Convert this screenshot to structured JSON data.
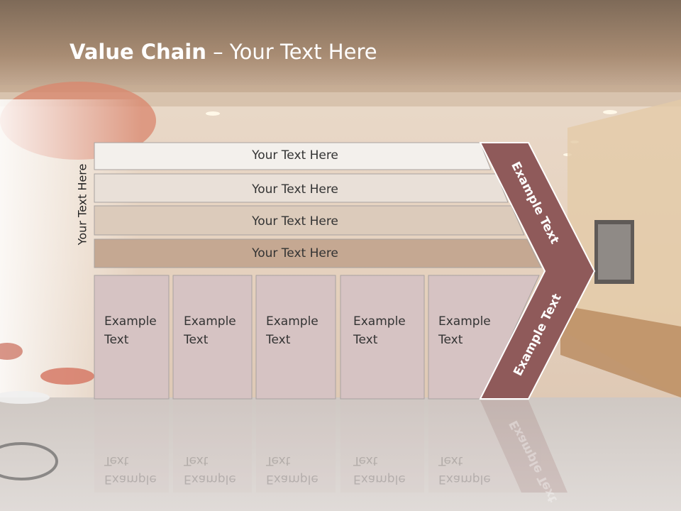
{
  "title": {
    "bold": "Value Chain",
    "rest": " – Your Text Here"
  },
  "side_label": "Your Text Here",
  "bars": [
    "Your Text Here",
    "Your Text Here",
    "Your Text Here",
    "Your Text Here"
  ],
  "boxes": [
    {
      "line1": "Example",
      "line2": "Text"
    },
    {
      "line1": "Example",
      "line2": "Text"
    },
    {
      "line1": "Example",
      "line2": "Text"
    },
    {
      "line1": "Example",
      "line2": "Text"
    },
    {
      "line1": "Example",
      "line2": "Text"
    }
  ],
  "chevron": {
    "upper": "Example Text",
    "lower": "Example Text"
  },
  "colors": {
    "bar_fills": [
      "#f3f0ec",
      "#e9e0d8",
      "#dccbbb",
      "#c5a892"
    ],
    "box_fill": "#d6c3c3",
    "chevron": "#8f5a5a"
  }
}
